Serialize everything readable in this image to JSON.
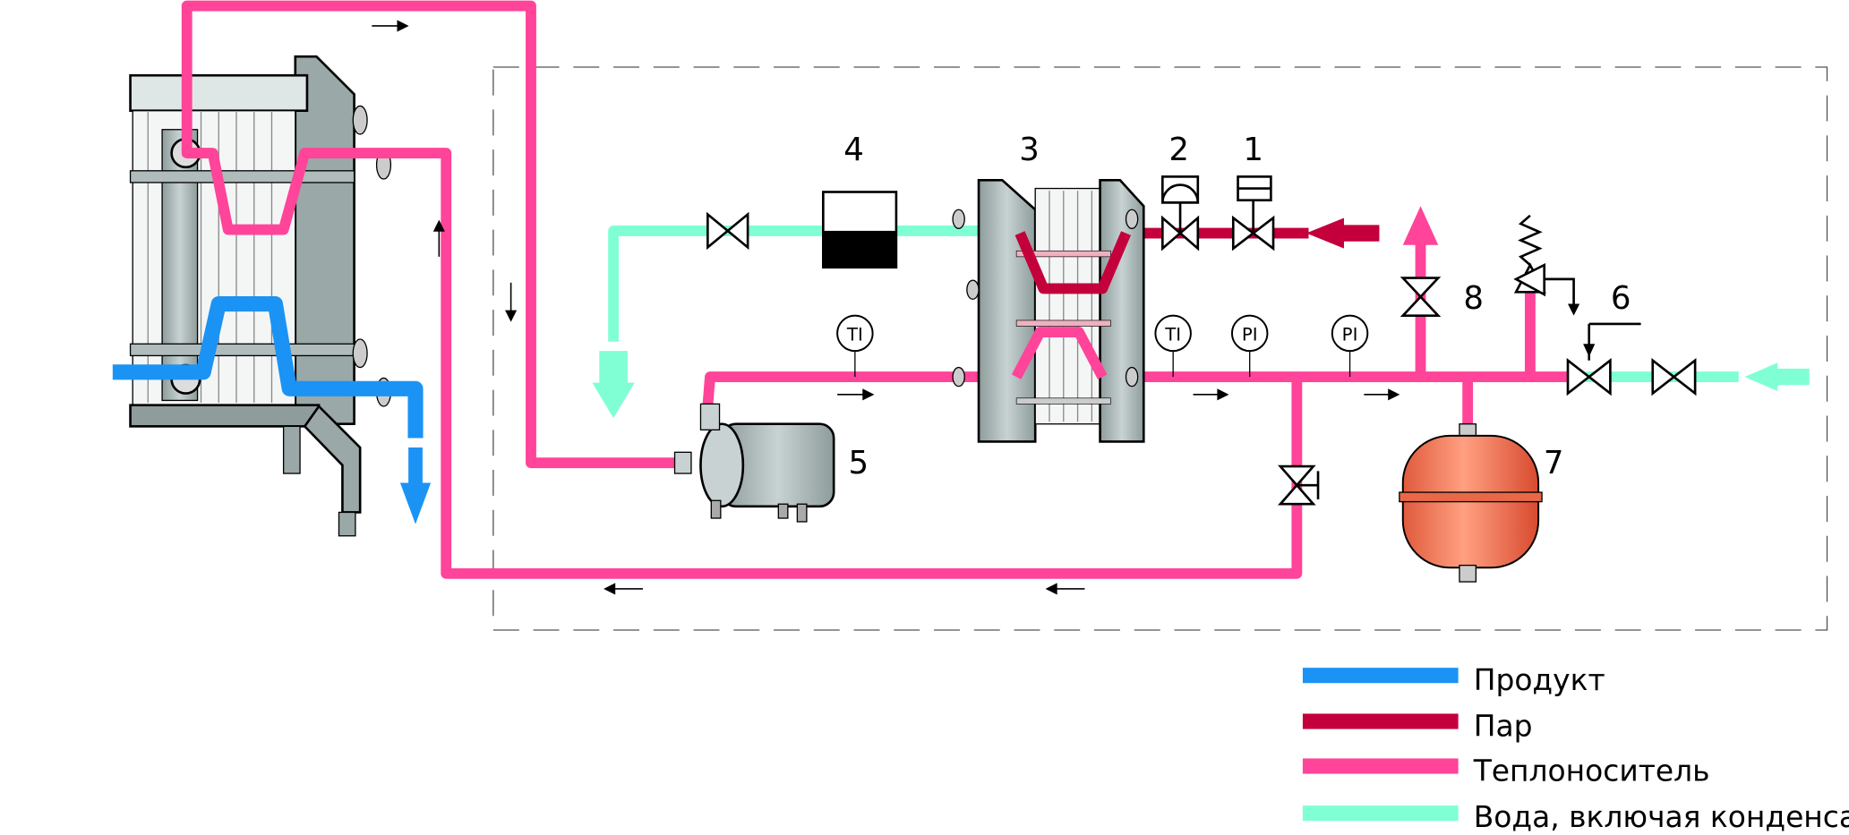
{
  "colors": {
    "product": "#1b93f5",
    "steam": "#c3003c",
    "heating_medium": "#ff4499",
    "water": "#80ffd4",
    "tank": "#f07050"
  },
  "labels": {
    "n1": "1",
    "n2": "2",
    "n3": "3",
    "n4": "4",
    "n5": "5",
    "n6": "6",
    "n7": "7",
    "n8": "8"
  },
  "instruments": [
    {
      "tag": "TI"
    },
    {
      "tag": "TI"
    },
    {
      "tag": "PI"
    },
    {
      "tag": "PI"
    }
  ],
  "legend": [
    {
      "label": "Продукт",
      "color": "#1b93f5"
    },
    {
      "label": "Пар",
      "color": "#c3003c"
    },
    {
      "label": "Теплоноситель",
      "color": "#ff4499"
    },
    {
      "label": "Вода, включая конденсат",
      "color": "#80ffd4"
    }
  ]
}
